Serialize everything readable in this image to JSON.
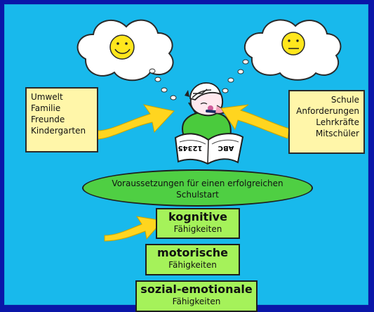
{
  "diagram": {
    "left_factors": [
      "Umwelt",
      "Familie",
      "Freunde",
      "Kindergarten"
    ],
    "right_factors": [
      "Schule",
      "Anforderungen",
      "Lehrkräfte",
      "Mitschüler"
    ],
    "center_line_1": "Voraussetzungen für einen erfolgreichen",
    "center_line_2": "Schulstart",
    "steps": [
      {
        "title": "kognitive",
        "subtitle": "Fähigkeiten"
      },
      {
        "title": "motorische",
        "subtitle": "Fähigkeiten"
      },
      {
        "title": "sozial-emotionale",
        "subtitle": "Fähigkeiten"
      }
    ],
    "book_left": "12345",
    "book_right": "ABC"
  }
}
